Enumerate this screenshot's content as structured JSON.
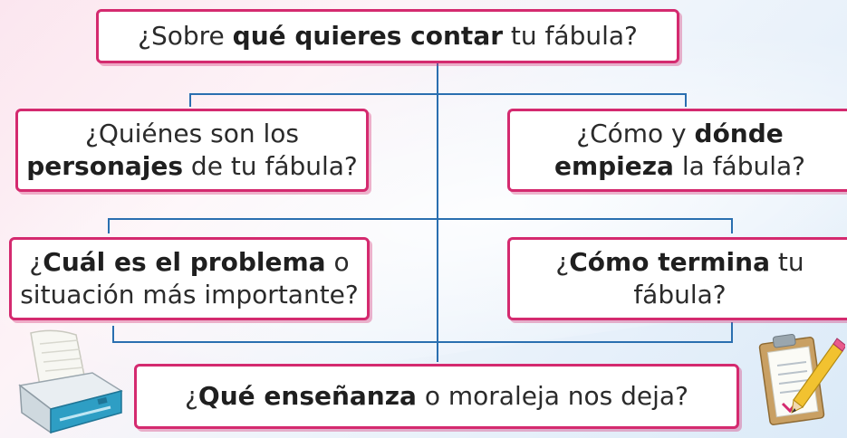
{
  "boxes": {
    "top": {
      "pre": "¿Sobre ",
      "bold": "qué quieres contar",
      "post": " tu fábula?"
    },
    "characters": {
      "line1": "¿Quiénes son los",
      "bold": "personajes",
      "post": " de tu fábula?"
    },
    "setting": {
      "pre": "¿Cómo y ",
      "bold1": "dónde",
      "bold2": "empieza",
      "post": " la fábula?"
    },
    "problem": {
      "pre": "¿",
      "bold": "Cuál es el problema",
      "post": " o",
      "line2": "situación más importante?"
    },
    "ending": {
      "pre": "¿",
      "bold": "Cómo termina",
      "post": " tu fábula?"
    },
    "moral": {
      "pre": "¿",
      "bold": "Qué enseñanza",
      "post": " o moraleja nos deja?"
    }
  },
  "icons": {
    "left": "printer-icon",
    "right": "clipboard-pencil-icon"
  },
  "colors": {
    "border": "#d42a6f",
    "connector": "#2a6fb0"
  }
}
